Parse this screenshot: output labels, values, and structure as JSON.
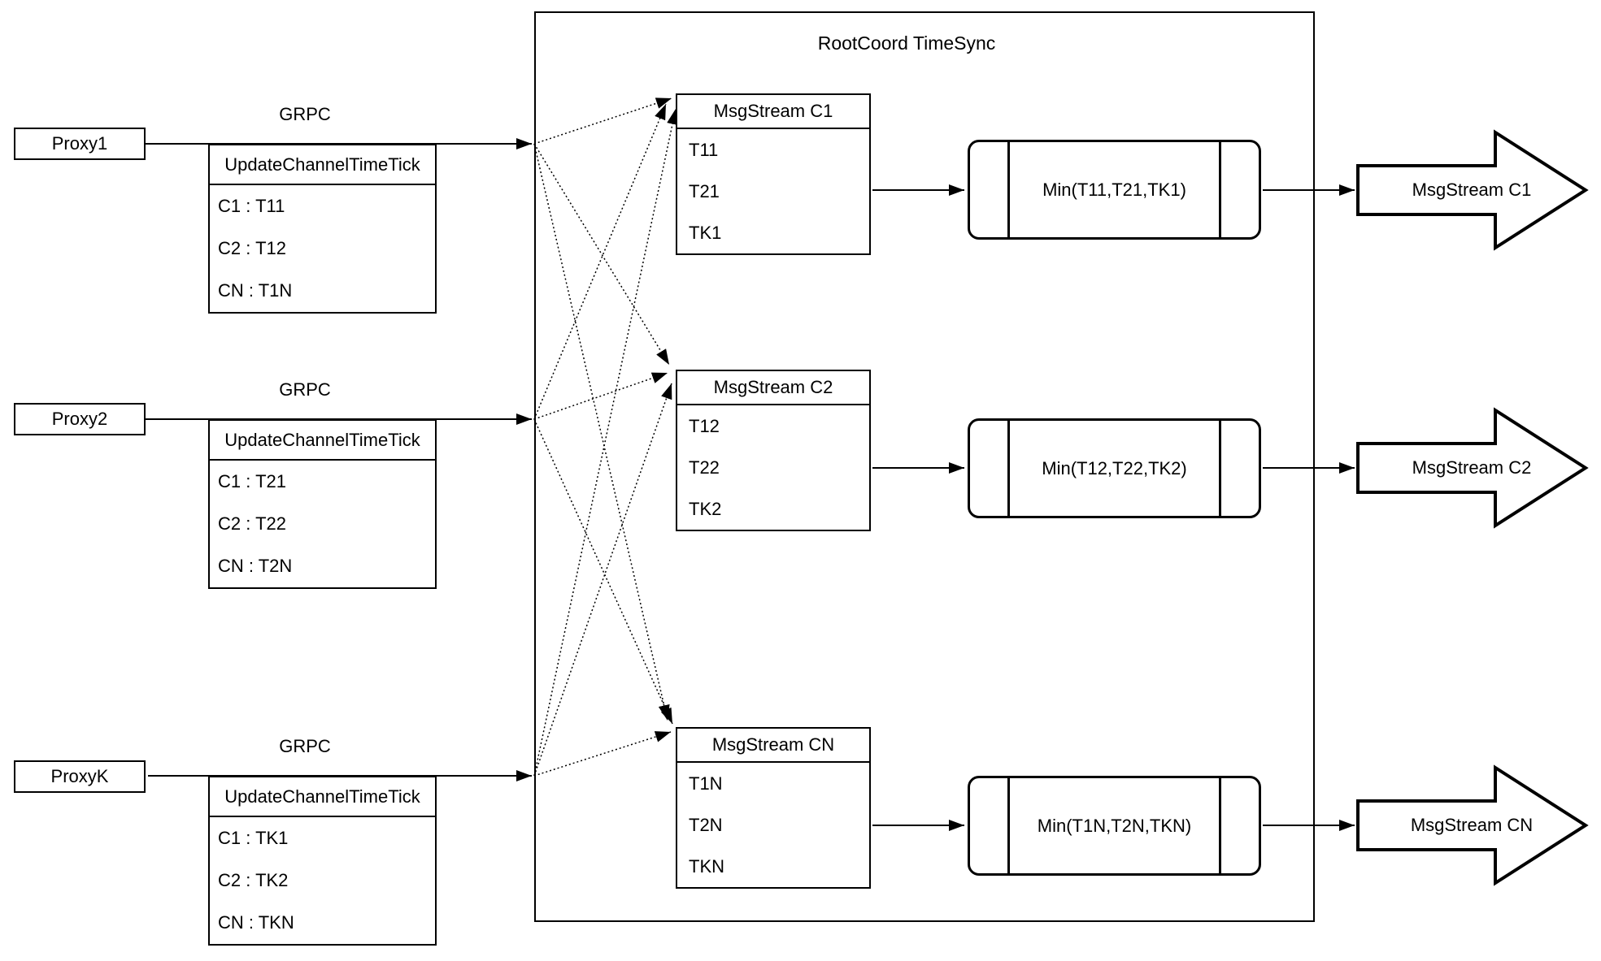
{
  "title": "RootCoord TimeSync",
  "rows": [
    {
      "proxy_label": "Proxy1",
      "grpc_label": "GRPC",
      "update_table": {
        "header": "UpdateChannelTimeTick",
        "entries": [
          "C1 :  T11",
          "C2 :  T12",
          "CN : T1N"
        ]
      },
      "msgstream_table": {
        "header": "MsgStream C1",
        "entries": [
          "T11",
          "T21",
          "TK1"
        ]
      },
      "min_label": "Min(T11,T21,TK1)",
      "output_label": "MsgStream C1"
    },
    {
      "proxy_label": "Proxy2",
      "grpc_label": "GRPC",
      "update_table": {
        "header": "UpdateChannelTimeTick",
        "entries": [
          "C1 :  T21",
          "C2 :  T22",
          "CN : T2N"
        ]
      },
      "msgstream_table": {
        "header": "MsgStream C2",
        "entries": [
          "T12",
          "T22",
          "TK2"
        ]
      },
      "min_label": "Min(T12,T22,TK2)",
      "output_label": "MsgStream C2"
    },
    {
      "proxy_label": "ProxyK",
      "grpc_label": "GRPC",
      "update_table": {
        "header": "UpdateChannelTimeTick",
        "entries": [
          "C1 :  TK1",
          "C2 :  TK2",
          "CN : TKN"
        ]
      },
      "msgstream_table": {
        "header": "MsgStream CN",
        "entries": [
          "T1N",
          "T2N",
          "TKN"
        ]
      },
      "min_label": "Min(T1N,T2N,TKN)",
      "output_label": "MsgStream CN"
    }
  ]
}
